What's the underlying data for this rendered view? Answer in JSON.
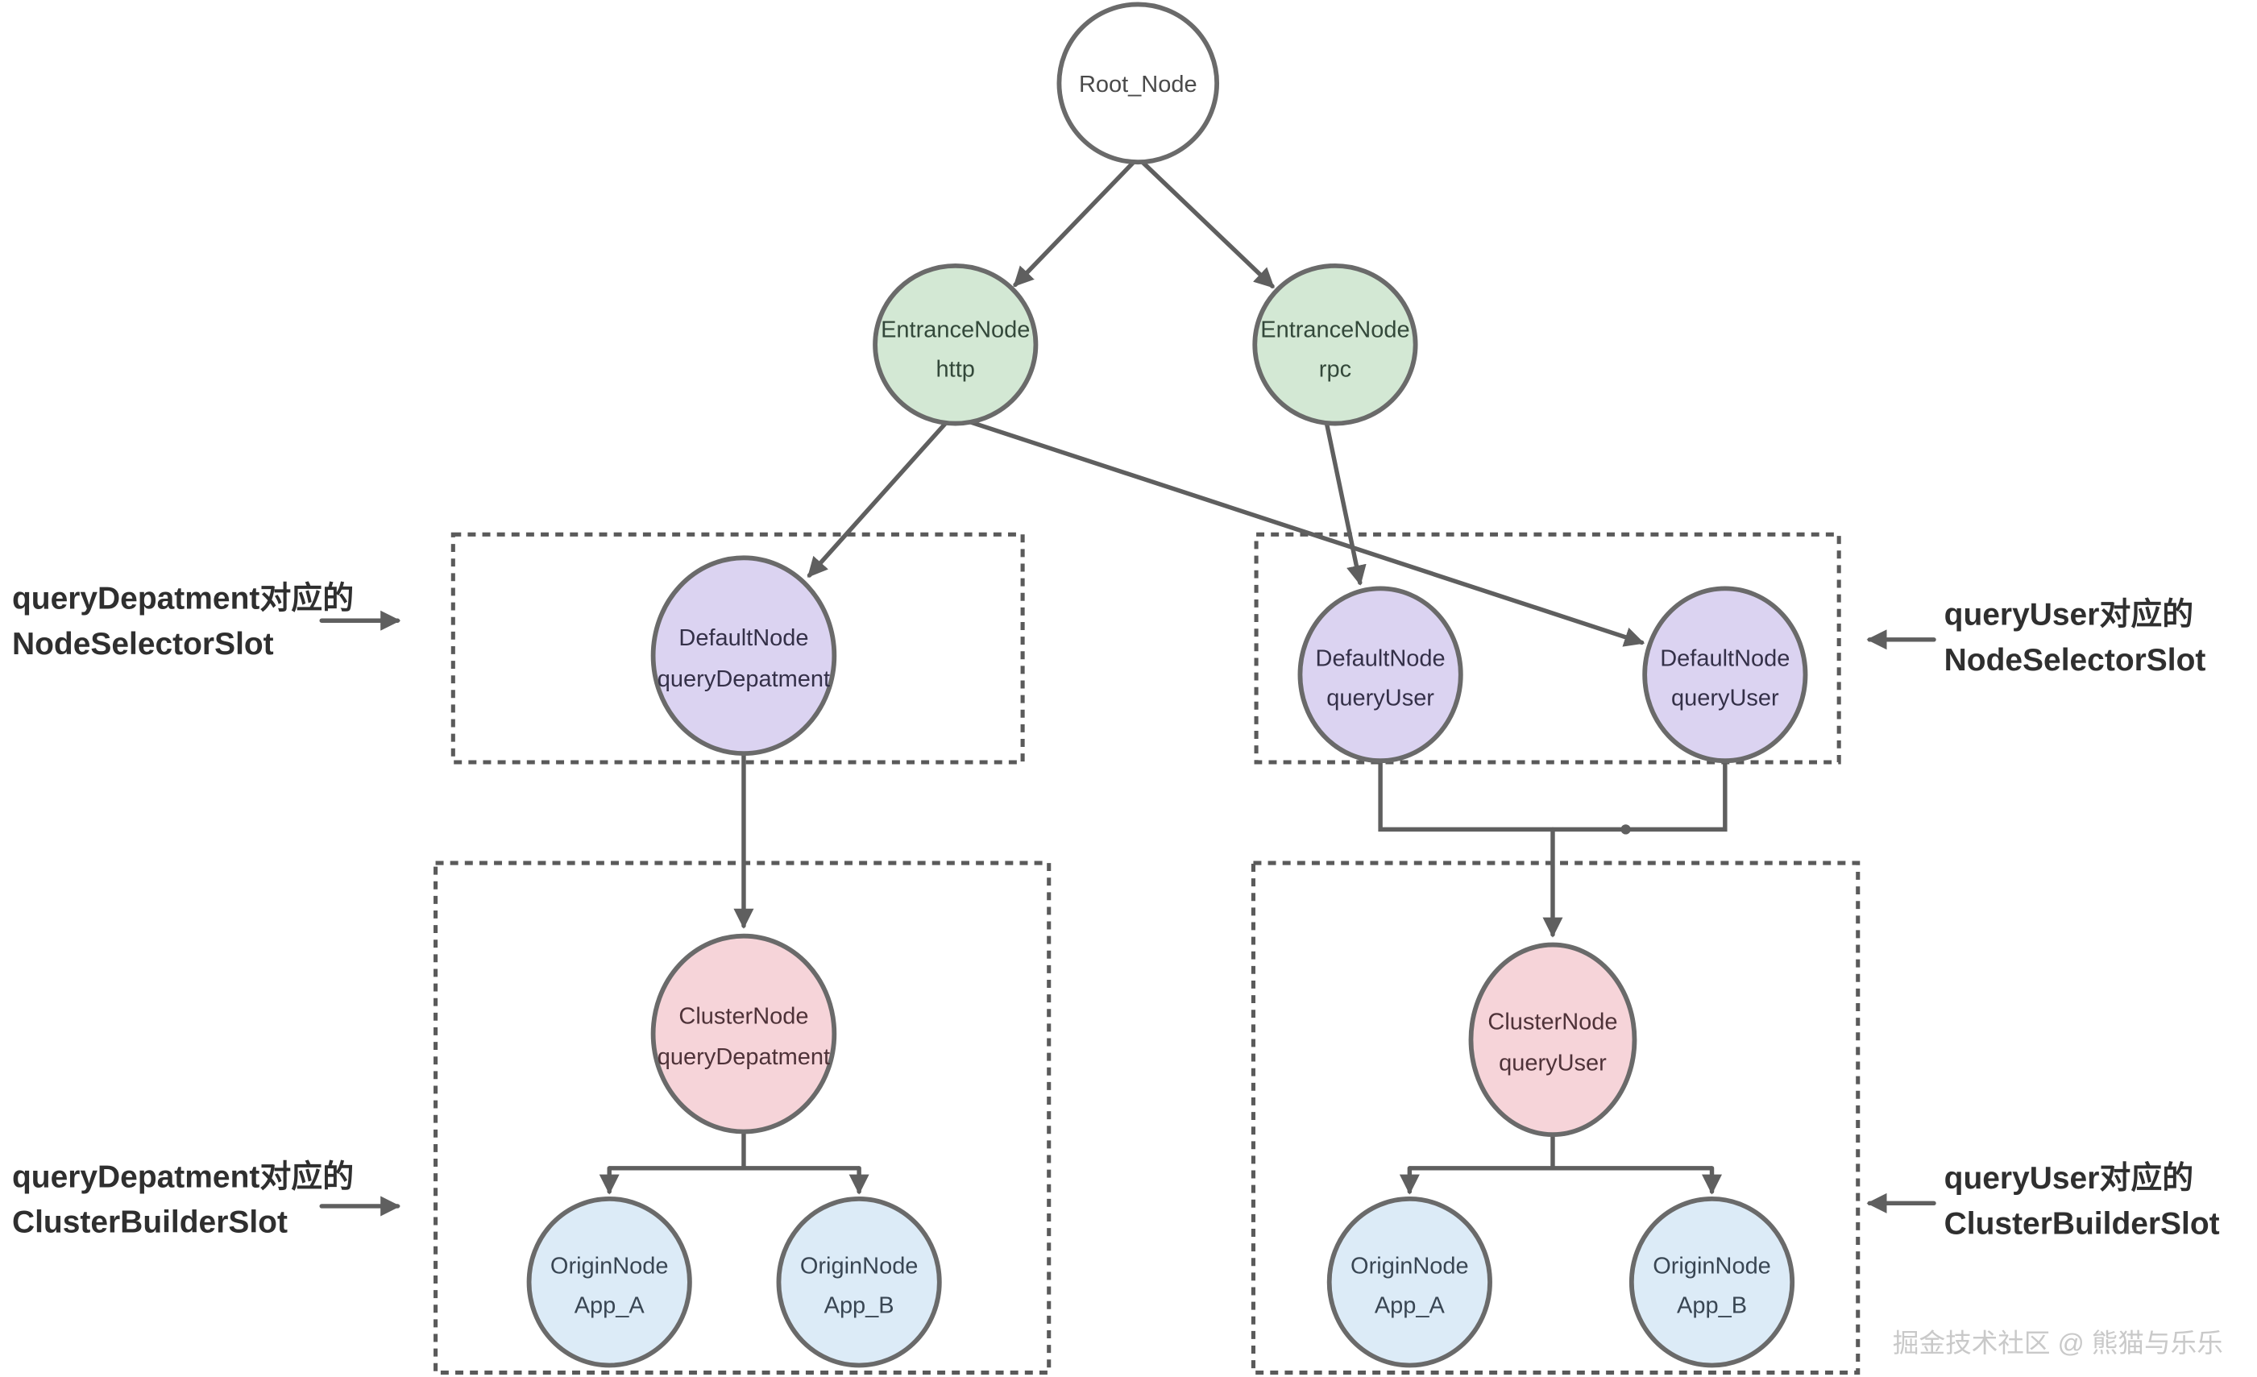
{
  "colors": {
    "root_fill": "#ffffff",
    "entrance_fill": "#d3e8d4",
    "default_fill": "#dbd3f1",
    "cluster_fill": "#f6d4d9",
    "origin_fill": "#dcebf7",
    "line": "#5f5f5f",
    "box_border": "#5a5a5a",
    "annotation_text": "#2f2f2f",
    "watermark_text": "#c9c9c9"
  },
  "nodes": {
    "root": {
      "label": "Root_Node"
    },
    "entrance_http": {
      "line1": "EntranceNode",
      "line2": "http"
    },
    "entrance_rpc": {
      "line1": "EntranceNode",
      "line2": "rpc"
    },
    "default_query_depatment": {
      "line1": "DefaultNode",
      "line2": "queryDepatment"
    },
    "default_query_user_left": {
      "line1": "DefaultNode",
      "line2": "queryUser"
    },
    "default_query_user_right": {
      "line1": "DefaultNode",
      "line2": "queryUser"
    },
    "cluster_query_depatment": {
      "line1": "ClusterNode",
      "line2": "queryDepatment"
    },
    "cluster_query_user": {
      "line1": "ClusterNode",
      "line2": "queryUser"
    },
    "origin_app_a_left": {
      "line1": "OriginNode",
      "line2": "App_A"
    },
    "origin_app_b_left": {
      "line1": "OriginNode",
      "line2": "App_B"
    },
    "origin_app_a_right": {
      "line1": "OriginNode",
      "line2": "App_A"
    },
    "origin_app_b_right": {
      "line1": "OriginNode",
      "line2": "App_B"
    }
  },
  "annotations": {
    "left_node_selector": {
      "line1": "queryDepatment对应的",
      "line2": "NodeSelectorSlot"
    },
    "left_cluster_builder": {
      "line1": "queryDepatment对应的",
      "line2": "ClusterBuilderSlot"
    },
    "right_node_selector": {
      "line1": "queryUser对应的",
      "line2": "NodeSelectorSlot"
    },
    "right_cluster_builder": {
      "line1": "queryUser对应的",
      "line2": "ClusterBuilderSlot"
    }
  },
  "watermark": "掘金技术社区 @ 熊猫与乐乐"
}
